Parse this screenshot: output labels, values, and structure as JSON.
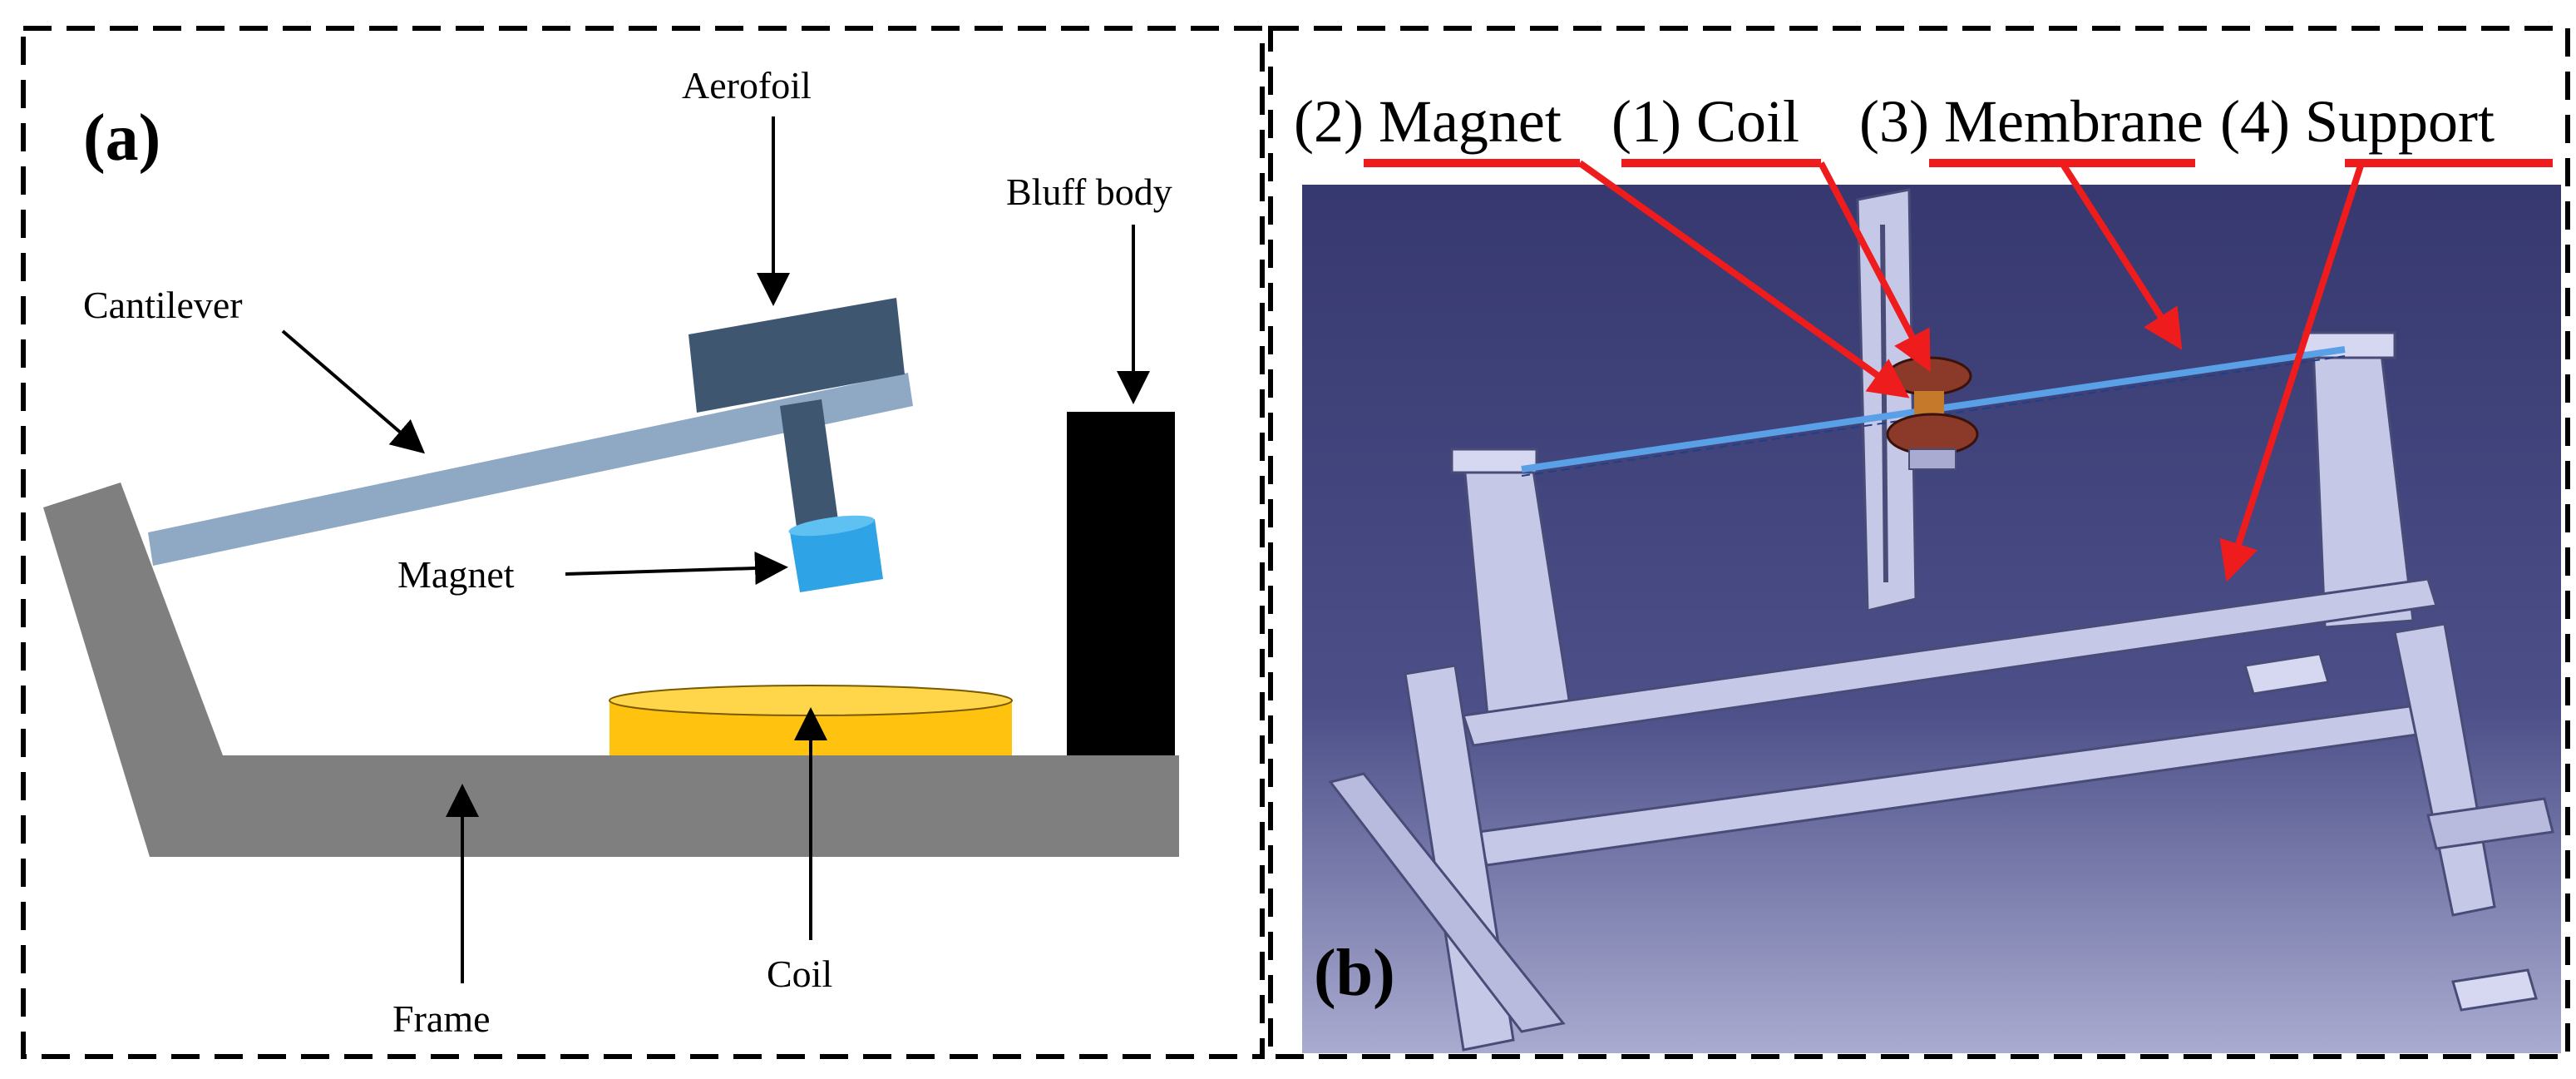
{
  "panel_a": {
    "tag": "(a)",
    "labels": {
      "aerofoil": "Aerofoil",
      "bluff_body": "Bluff body",
      "cantilever": "Cantilever",
      "magnet": "Magnet",
      "frame": "Frame",
      "coil": "Coil"
    }
  },
  "panel_b": {
    "tag": "(b)",
    "labels": {
      "magnet": "(2) Magnet",
      "coil": "(1) Coil",
      "membrane": "(3) Membrane",
      "support": "(4) Support"
    }
  },
  "colors": {
    "frame": "#7f7f7f",
    "cantilever": "#8fa8c4",
    "aerofoil": "#3e5670",
    "magnet": "#2ea3e6",
    "coil": "#ffc20e",
    "bluff_body": "#000000",
    "arrow_red": "#ee1c1c",
    "render_bg": "#3d3f78",
    "support_metal": "#c6c8e8",
    "membrane": "#5aa0e6",
    "coil_3d": "#8b3a2a"
  }
}
